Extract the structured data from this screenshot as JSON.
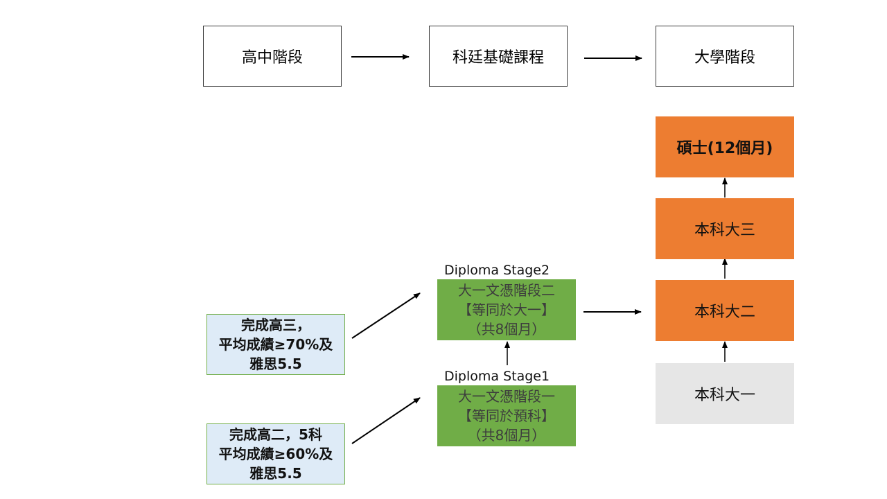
{
  "headers": {
    "high_school": "高中階段",
    "foundation": "科廷基礎課程",
    "university": "大學階段"
  },
  "university": {
    "masters": "碩士(12個月)",
    "year3": "本科大三",
    "year2": "本科大二",
    "year1": "本科大一"
  },
  "diploma": {
    "stage2_title": "Diploma Stage2",
    "stage2_lines": [
      "大一文憑階段二",
      "【等同於大一】",
      "（共8個月）"
    ],
    "stage1_title": "Diploma Stage1",
    "stage1_lines": [
      "大一文憑階段一",
      "【等同於預科】",
      "（共8個月）"
    ]
  },
  "entry": {
    "grade12_lines": [
      "完成高三，",
      "平均成績≥70%及",
      "雅思5.5"
    ],
    "grade11_lines": [
      "完成高二，5科",
      "平均成績≥60%及",
      "雅思5.5"
    ]
  },
  "colors": {
    "orange": "#ed7d31",
    "green": "#70ad47",
    "light_blue": "#deebf7",
    "gray": "#e6e6e6"
  }
}
